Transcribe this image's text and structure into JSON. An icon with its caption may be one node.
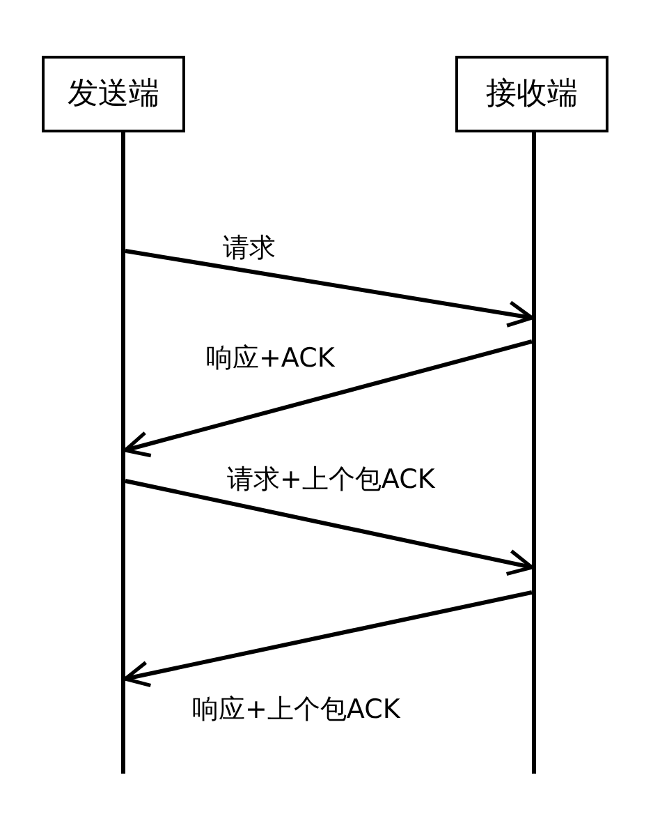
{
  "diagram": {
    "nodes": [
      {
        "text": [
          "发送端"
        ]
      },
      {
        "text": [
          "接收端"
        ]
      },
      {
        "text": [],
        "shape": "bar"
      },
      {
        "text": [],
        "shape": "bar"
      }
    ],
    "edges": [
      {
        "from": 2,
        "to": 3,
        "arrow": "to",
        "label": "请求"
      },
      {
        "from": 3,
        "to": 2,
        "arrow": "to",
        "label": "响应+ACK"
      },
      {
        "from": 2,
        "to": 3,
        "arrow": "to",
        "label": "请求+上个包ACK"
      },
      {
        "from": 3,
        "to": 2,
        "arrow": "to",
        "label": "响应+上个包ACK"
      }
    ]
  }
}
